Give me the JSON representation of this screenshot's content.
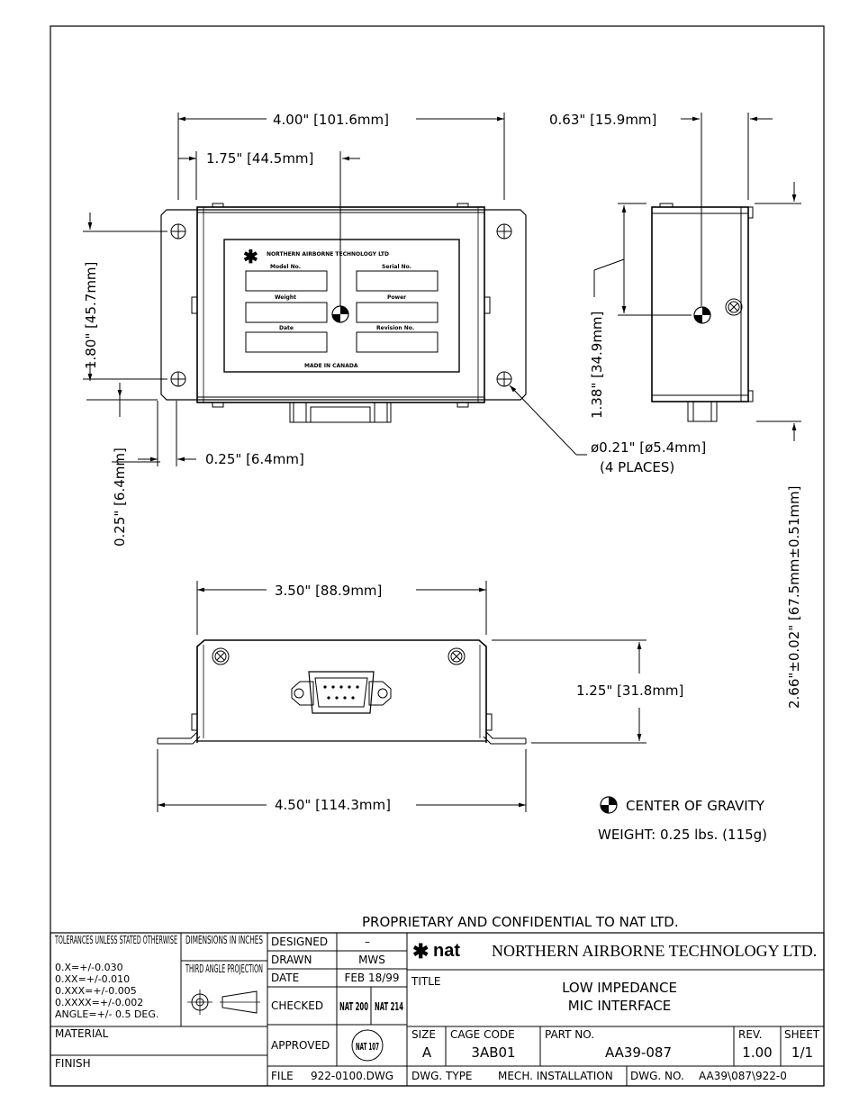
{
  "dimensions": {
    "top_width": "4.00\" [101.6mm]",
    "hole_offset_x": "1.75\" [44.5mm]",
    "side_depth": "0.63\" [15.9mm]",
    "hole_spacing_y": "1.80\" [45.7mm]",
    "side_height": "1.38\" [34.9mm]",
    "flange_x": "0.25\" [6.4mm]",
    "flange_y": "0.25\" [6.4mm]",
    "hole_dia": "ø0.21\" [ø5.4mm]",
    "hole_places": "(4 PLACES)",
    "overall_height": "2.66\"±0.02\" [67.5mm±0.51mm]",
    "front_width": "3.50\" [88.9mm]",
    "front_height": "1.25\" [31.8mm]",
    "flange_width": "4.50\" [114.3mm]"
  },
  "label_plate": {
    "company": "NORTHERN AIRBORNE TECHNOLOGY LTD",
    "fields": [
      "Model No.",
      "Serial No.",
      "Weight",
      "Power",
      "Date",
      "Revision No."
    ],
    "made_in": "MADE IN CANADA"
  },
  "legend": {
    "cog": "CENTER OF GRAVITY",
    "weight": "WEIGHT: 0.25 lbs. (115g)"
  },
  "proprietary": "PROPRIETARY AND CONFIDENTIAL TO NAT LTD.",
  "title_block": {
    "tolerances_header": "TOLERANCES UNLESS STATED OTHERWISE",
    "tolerances": [
      "0.X=+/-0.030",
      "0.XX=+/-0.010",
      "0.XXX=+/-0.005",
      "0.XXXX=+/-0.002",
      "ANGLE=+/- 0.5 DEG."
    ],
    "dimensions_unit": "DIMENSIONS IN INCHES",
    "projection": "THIRD ANGLE PROJECTION",
    "material_label": "MATERIAL",
    "finish_label": "FINISH",
    "designed_label": "DESIGNED",
    "designed_value": "–",
    "drawn_label": "DRAWN",
    "drawn_value": "MWS",
    "date_label": "DATE",
    "date_value": "FEB 18/99",
    "checked_label": "CHECKED",
    "checked_1": "NAT 200",
    "checked_2": "NAT 214",
    "approved_label": "APPROVED",
    "approved_value": "NAT 107",
    "file_label": "FILE",
    "file_value": "922-0100.DWG",
    "company_logo": "nat",
    "company_name": "NORTHERN AIRBORNE TECHNOLOGY LTD.",
    "title_label": "TITLE",
    "title_line1": "LOW IMPEDANCE",
    "title_line2": "MIC INTERFACE",
    "size_label": "SIZE",
    "size_value": "A",
    "cage_label": "CAGE CODE",
    "cage_value": "3AB01",
    "part_label": "PART NO.",
    "part_value": "AA39-087",
    "rev_label": "REV.",
    "rev_value": "1.00",
    "sheet_label": "SHEET",
    "sheet_value": "1/1",
    "dwg_type_label": "DWG. TYPE",
    "dwg_type_value": "MECH. INSTALLATION",
    "dwg_no_label": "DWG. NO.",
    "dwg_no_value": "AA39\\087\\922-0"
  }
}
